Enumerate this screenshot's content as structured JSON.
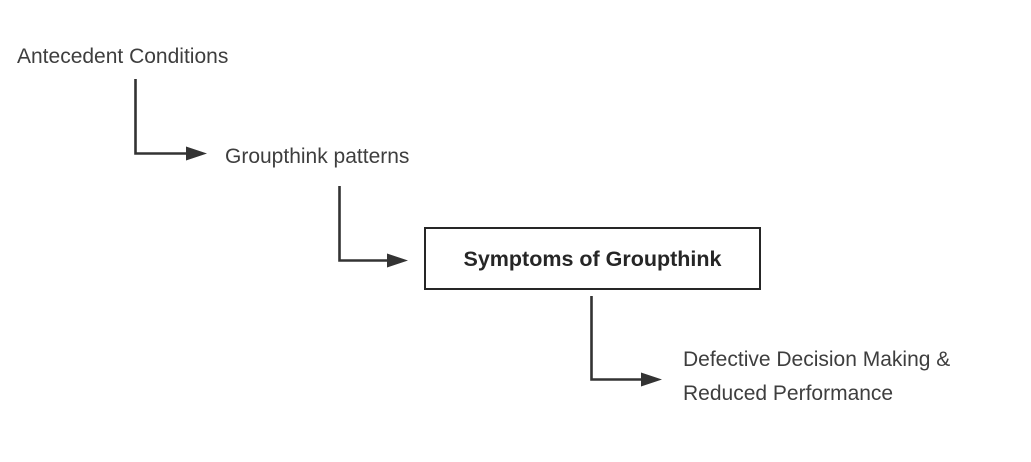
{
  "colors": {
    "background": "#ffffff",
    "text": "#3e3e3e",
    "line": "#333333",
    "box-border": "#262626",
    "box-text": "#262626"
  },
  "diagram": {
    "nodes": [
      {
        "label": "Antecedent Conditions"
      },
      {
        "label": "Groupthink patterns"
      },
      {
        "label": "Symptoms of Groupthink"
      },
      {
        "label": "Defective Decision Making &\nReduced Performance"
      }
    ],
    "edges": [
      {
        "from": "Antecedent Conditions",
        "to": "Groupthink patterns"
      },
      {
        "from": "Groupthink patterns",
        "to": "Symptoms of Groupthink"
      },
      {
        "from": "Symptoms of Groupthink",
        "to": "Defective Decision Making & Reduced Performance"
      }
    ]
  }
}
